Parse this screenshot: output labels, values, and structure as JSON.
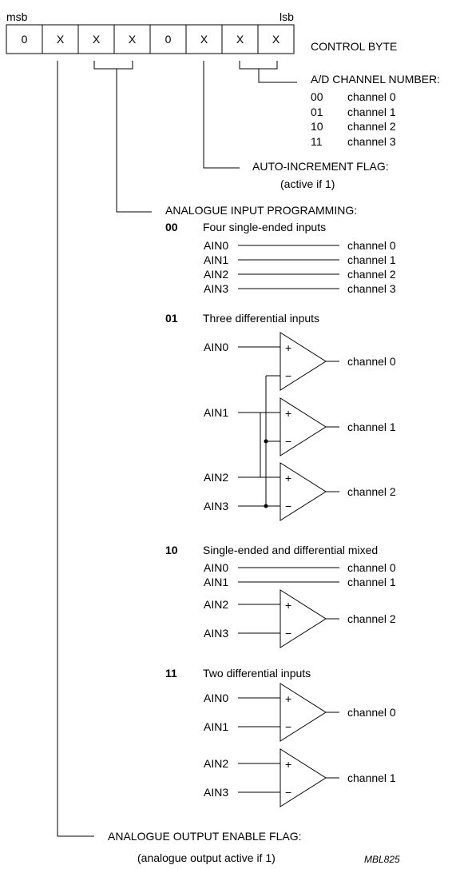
{
  "control_byte": {
    "msb_label": "msb",
    "lsb_label": "lsb",
    "bits": [
      "0",
      "X",
      "X",
      "X",
      "0",
      "X",
      "X",
      "X"
    ],
    "title": "CONTROL BYTE"
  },
  "ad_channel": {
    "title": "A/D CHANNEL NUMBER:",
    "rows": [
      {
        "code": "00",
        "label": "channel 0"
      },
      {
        "code": "01",
        "label": "channel 1"
      },
      {
        "code": "10",
        "label": "channel 2"
      },
      {
        "code": "11",
        "label": "channel 3"
      }
    ]
  },
  "auto_increment": {
    "title": "AUTO-INCREMENT FLAG:",
    "note": "(active if 1)"
  },
  "analogue_input": {
    "title": "ANALOGUE INPUT PROGRAMMING:",
    "modes": [
      {
        "code": "00",
        "title": "Four single-ended inputs",
        "inputs": [
          "AIN0",
          "AIN1",
          "AIN2",
          "AIN3"
        ],
        "outputs": [
          "channel 0",
          "channel 1",
          "channel 2",
          "channel 3"
        ]
      },
      {
        "code": "01",
        "title": "Three differential inputs",
        "inputs": [
          "AIN0",
          "AIN1",
          "AIN2",
          "AIN3"
        ],
        "outputs": [
          "channel 0",
          "channel 1",
          "channel 2"
        ]
      },
      {
        "code": "10",
        "title": "Single-ended and differential mixed",
        "inputs": [
          "AIN0",
          "AIN1",
          "AIN2",
          "AIN3"
        ],
        "outputs": [
          "channel 0",
          "channel 1",
          "channel 2"
        ]
      },
      {
        "code": "11",
        "title": "Two differential inputs",
        "inputs": [
          "AIN0",
          "AIN1",
          "AIN2",
          "AIN3"
        ],
        "outputs": [
          "channel 0",
          "channel 1"
        ]
      }
    ]
  },
  "analogue_output": {
    "title": "ANALOGUE OUTPUT ENABLE FLAG:",
    "note": "(analogue output active if 1)"
  },
  "figure_code": "MBL825",
  "symbols": {
    "plus": "+",
    "minus": "−"
  }
}
